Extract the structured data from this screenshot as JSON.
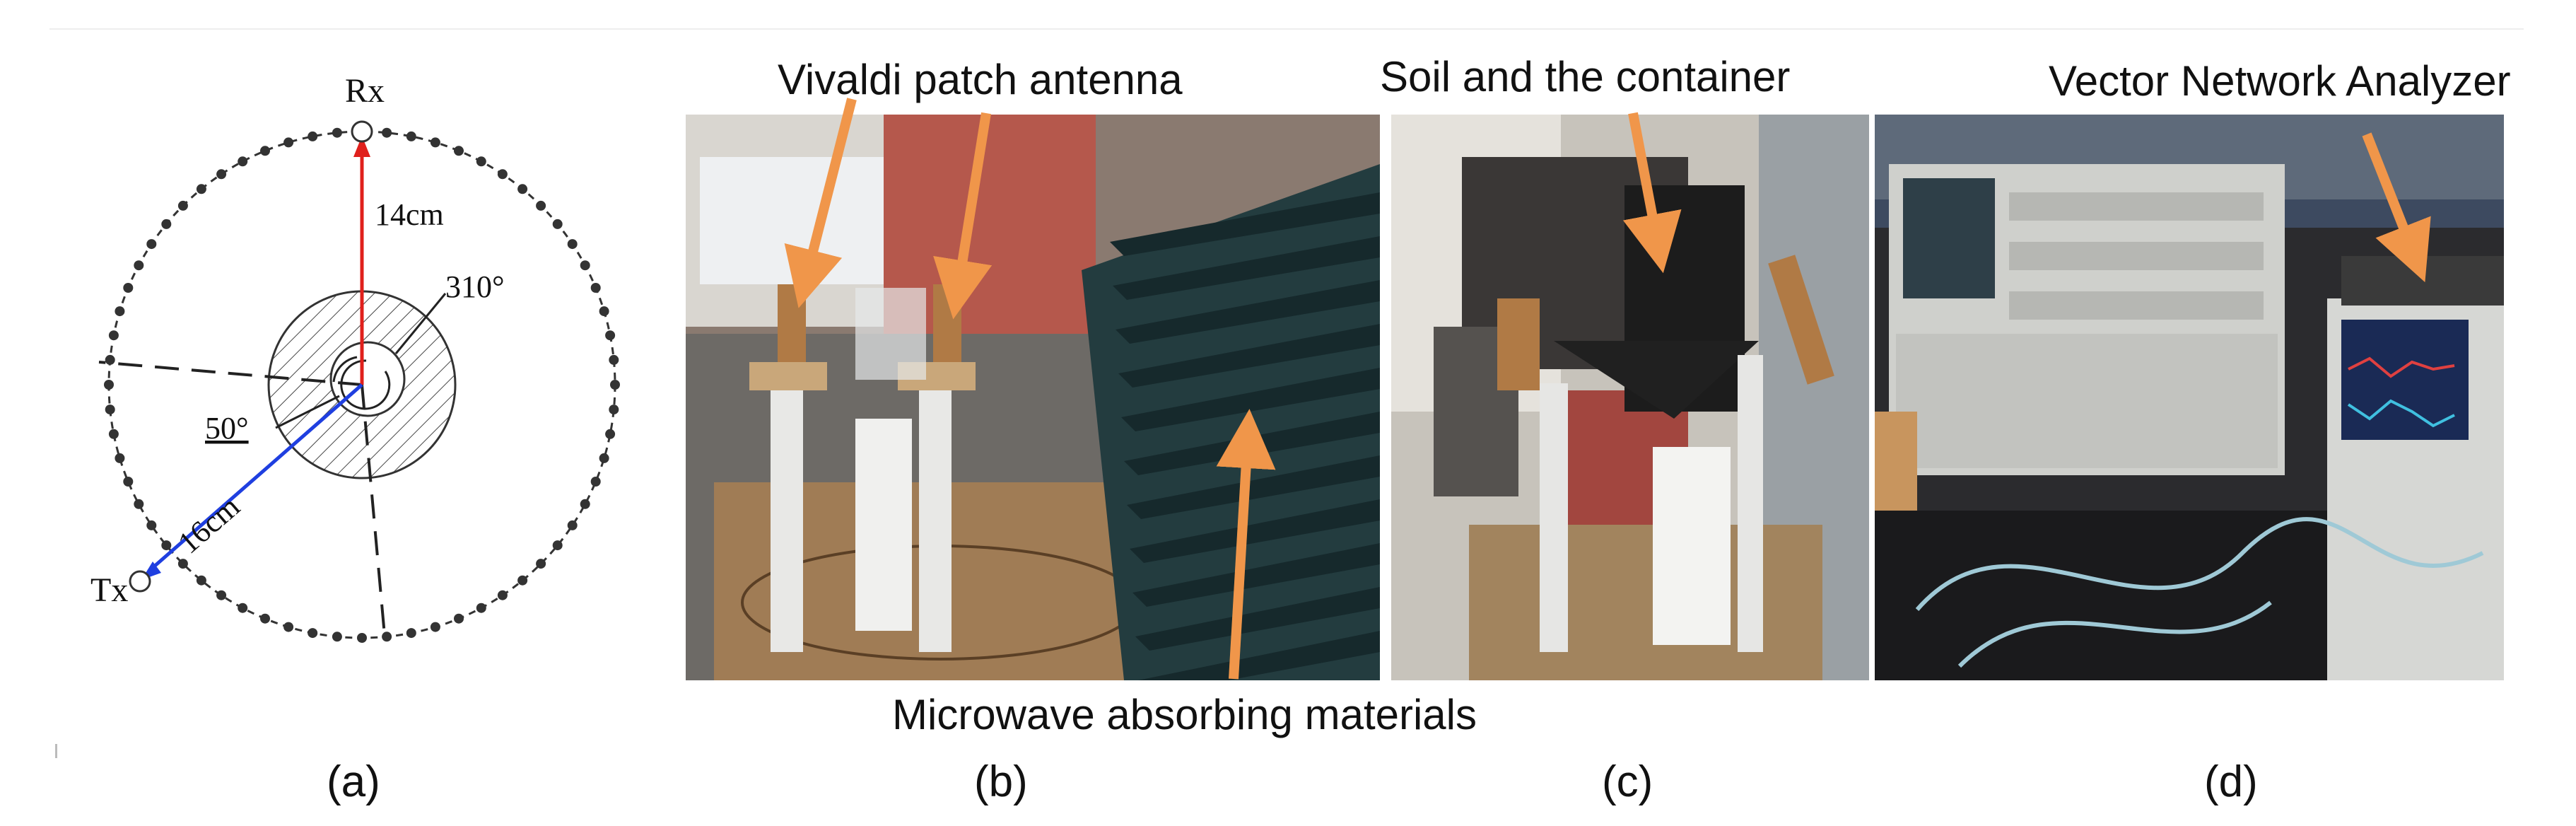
{
  "panels": {
    "a": {
      "label": "(a)",
      "rx": "Rx",
      "tx": "Tx",
      "rx_dist": "14cm",
      "tx_dist": "16cm",
      "angle1": "310°",
      "angle2": "50°"
    },
    "b": {
      "label": "(b)",
      "caption_top": "Vivaldi patch antenna",
      "caption_bottom": "Microwave absorbing materials"
    },
    "c": {
      "label": "(c)",
      "caption_top": "Soil and the container"
    },
    "d": {
      "label": "(d)",
      "caption_top": "Vector Network Analyzer"
    }
  },
  "colors": {
    "arrow": "#f0964a",
    "rx_line": "#e0201c",
    "tx_line": "#1f3fe0"
  }
}
